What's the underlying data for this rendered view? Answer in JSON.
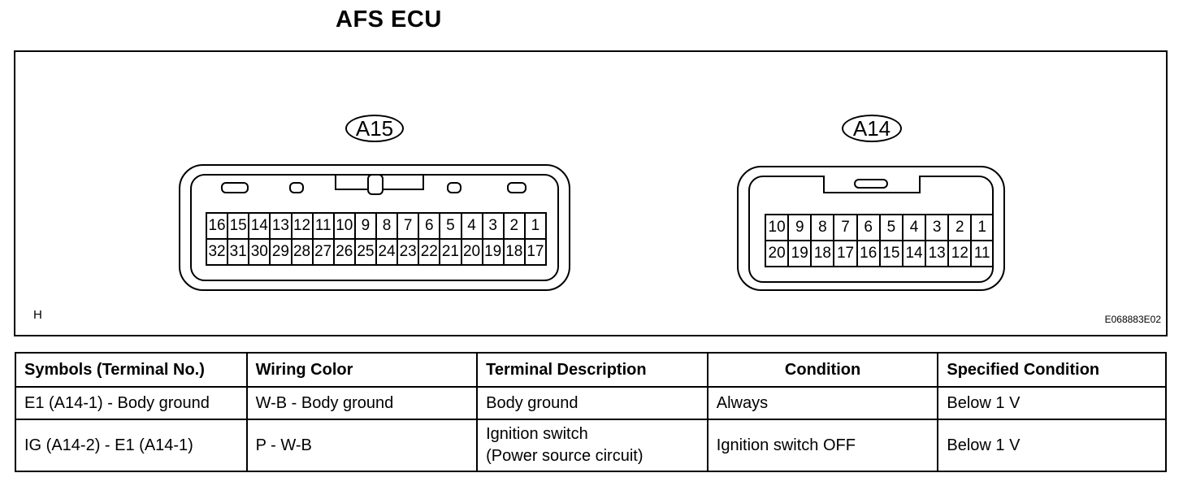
{
  "title": "AFS ECU",
  "diagram": {
    "corner_left": "H",
    "corner_right": "E068883E02",
    "connectors": [
      {
        "id": "a15",
        "label": "A15",
        "rows": [
          [
            "16",
            "15",
            "14",
            "13",
            "12",
            "11",
            "10",
            "9",
            "8",
            "7",
            "6",
            "5",
            "4",
            "3",
            "2",
            "1"
          ],
          [
            "32",
            "31",
            "30",
            "29",
            "28",
            "27",
            "26",
            "25",
            "24",
            "23",
            "22",
            "21",
            "20",
            "19",
            "18",
            "17"
          ]
        ]
      },
      {
        "id": "a14",
        "label": "A14",
        "rows": [
          [
            "10",
            "9",
            "8",
            "7",
            "6",
            "5",
            "4",
            "3",
            "2",
            "1"
          ],
          [
            "20",
            "19",
            "18",
            "17",
            "16",
            "15",
            "14",
            "13",
            "12",
            "11"
          ]
        ]
      }
    ]
  },
  "table": {
    "headers": [
      "Symbols (Terminal No.)",
      "Wiring Color",
      "Terminal Description",
      "Condition",
      "Specified Condition"
    ],
    "rows": [
      [
        "E1 (A14-1) - Body ground",
        "W-B - Body ground",
        "Body ground",
        "Always",
        "Below 1 V"
      ],
      [
        "IG (A14-2) - E1 (A14-1)",
        "P - W-B",
        "Ignition switch\n(Power source circuit)",
        "Ignition switch OFF",
        "Below 1 V"
      ]
    ]
  }
}
